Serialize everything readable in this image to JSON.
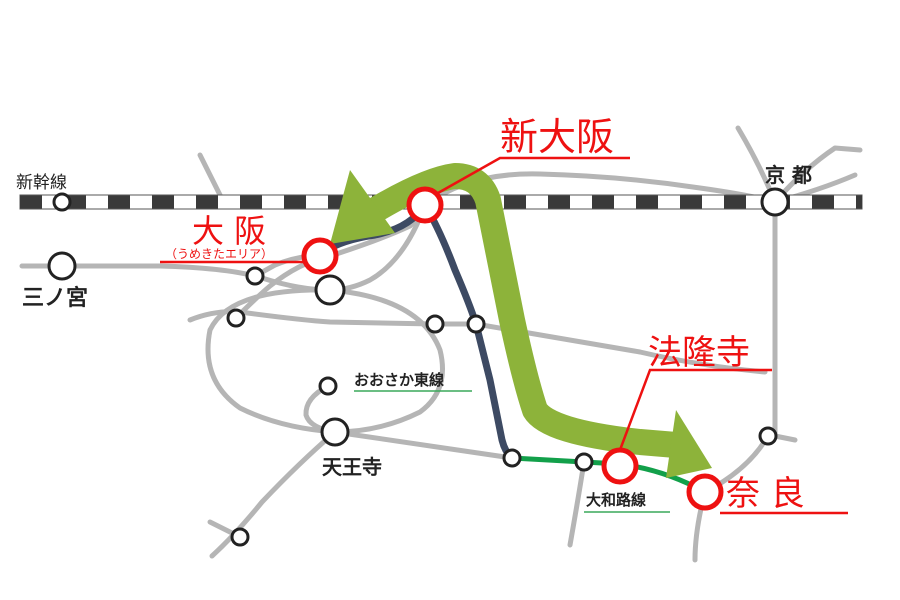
{
  "lines": {
    "shinkansen": "新幹線",
    "osaka_higashi": "おおさか東線",
    "yamatoji": "大和路線"
  },
  "stations": {
    "shin_osaka": "新大阪",
    "osaka": "大 阪",
    "osaka_sub": "（うめきたエリア）",
    "kyoto": "京 都",
    "sannomiya": "三ノ宮",
    "tennoji": "天王寺",
    "horyuji": "法隆寺",
    "nara": "奈 良"
  },
  "colors": {
    "highlight": "#ee1111",
    "route_arrow": "#8db33a",
    "osaka_higashi_line": "#3d4a63",
    "yamatoji_line": "#12a04a",
    "network_line": "#b5b5b5",
    "shinkansen_dark": "#3a3a3a"
  }
}
